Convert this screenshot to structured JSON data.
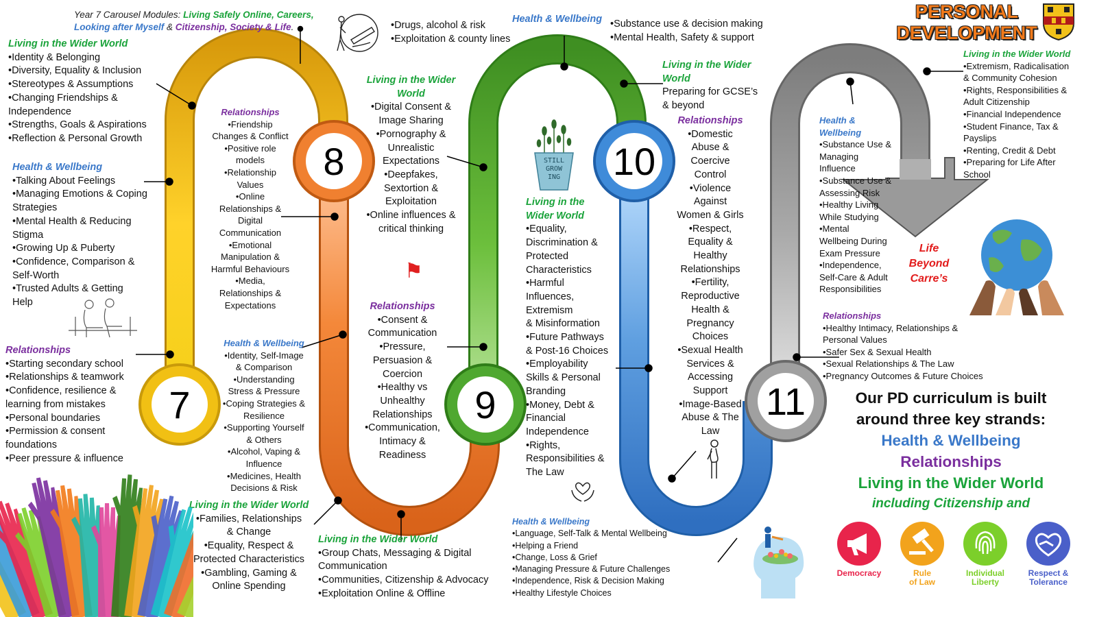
{
  "intro": {
    "prefix": "Year 7 Carousel Modules: ",
    "m1": "Living Safely Online, Careers,",
    "m2": "Looking after Myself",
    "sep": " & ",
    "m3": "Citizenship, Society & Life",
    "end": "."
  },
  "title": {
    "line1": "PERSONAL",
    "line2": "DEVELOPMENT"
  },
  "years": [
    "7",
    "8",
    "9",
    "10",
    "11"
  ],
  "colors": {
    "y7": "#f2b80c",
    "y8": "#ef7a22",
    "y9": "#5fb233",
    "y10": "#3f8bd9",
    "y11": "#9a9a9a",
    "wider": "#1aa33a",
    "health": "#3a78c9",
    "relationships": "#7a2e9e"
  },
  "y7": {
    "wider": {
      "heading": "Living in the Wider World",
      "items": [
        "•Identity & Belonging",
        "•Diversity, Equality & Inclusion",
        "•Stereotypes & Assumptions",
        "•Changing Friendships &",
        "Independence",
        "•Strengths, Goals & Aspirations",
        "•Reflection & Personal Growth"
      ]
    },
    "health": {
      "heading": "Health & Wellbeing",
      "items": [
        "•Talking About Feelings",
        "•Managing Emotions & Coping",
        "Strategies",
        "•Mental Health & Reducing",
        "Stigma",
        "•Growing Up & Puberty",
        "•Confidence, Comparison &",
        "Self-Worth",
        "•Trusted Adults & Getting",
        "Help"
      ]
    },
    "relationships": {
      "heading": "Relationships",
      "items": [
        "•Starting secondary school",
        "•Relationships & teamwork",
        "•Confidence, resilience &",
        "learning from mistakes",
        "•Personal boundaries",
        "•Permission & consent",
        "foundations",
        "•Peer pressure & influence"
      ]
    }
  },
  "y8": {
    "relationships": {
      "heading": "Relationships",
      "items": [
        "•Friendship",
        "Changes & Conflict",
        "•Positive role",
        "models",
        "•Relationship",
        "Values",
        "•Online",
        "Relationships &",
        "Digital",
        "Communication",
        "•Emotional",
        "Manipulation &",
        "Harmful Behaviours",
        "•Media,",
        "Relationships &",
        "Expectations"
      ]
    },
    "health": {
      "heading": "Health & Wellbeing",
      "items": [
        "•Identity, Self-Image",
        "& Comparison",
        "•Understanding",
        "Stress & Pressure",
        "•Coping Strategies &",
        "Resilience",
        "•Supporting Yourself",
        "& Others",
        "•Alcohol, Vaping &",
        "Influence",
        "•Medicines, Health",
        "Decisions & Risk"
      ]
    },
    "wider": {
      "heading": "Living in the  Wider World",
      "items": [
        "•Families, Relationships",
        "& Change",
        "•Equality, Respect &",
        "Protected Characteristics",
        "•Gambling, Gaming &",
        "Online Spending"
      ]
    }
  },
  "y9": {
    "drugs": {
      "items": [
        "•Drugs, alcohol & risk",
        "•Exploitation & county lines"
      ]
    },
    "wider_top": {
      "heading1": "Living in the Wider",
      "heading2": "World",
      "items": [
        "•Digital Consent &",
        "Image Sharing",
        "•Pornography &",
        "Unrealistic",
        "Expectations",
        "•Deepfakes,",
        "Sextortion &",
        "Exploitation",
        "•Online influences &",
        "critical thinking"
      ]
    },
    "relationships": {
      "heading": "Relationships",
      "items": [
        "•Consent &",
        "Communication",
        "•Pressure,",
        "Persuasion &",
        "Coercion",
        "•Healthy vs",
        "Unhealthy",
        "Relationships",
        "•Communication,",
        "Intimacy &",
        "Readiness"
      ]
    },
    "wider_bottom": {
      "heading": "Living in the Wider World",
      "items": [
        "•Group Chats, Messaging & Digital",
        "Communication",
        "•Communities, Citizenship & Advocacy",
        "•Exploitation Online & Offline"
      ]
    }
  },
  "y10": {
    "health_top": {
      "heading": "Health & Wellbeing",
      "items": [
        "•Substance use & decision making",
        "•Mental Health, Safety & support"
      ]
    },
    "wider_top": {
      "heading1": "Living in the Wider",
      "heading2": "World",
      "items": [
        "Preparing for GCSE’s",
        "& beyond"
      ]
    },
    "pot": {
      "text1": "STILL",
      "text2": "GROW",
      "text3": "ING"
    },
    "wider_mid": {
      "heading1": "Living in the",
      "heading2": "Wider World",
      "items": [
        "•Equality,",
        "Discrimination &",
        "Protected",
        "Characteristics",
        "•Harmful",
        "Influences,",
        "Extremism",
        "& Misinformation",
        "•Future Pathways",
        "& Post-16 Choices",
        "•Employability",
        "Skills & Personal",
        "Branding",
        "•Money, Debt &",
        "Financial",
        "Independence",
        "•Rights,",
        "Responsibilities &",
        "The Law"
      ]
    },
    "relationships": {
      "heading": "Relationships",
      "items": [
        "•Domestic",
        "Abuse &",
        "Coercive",
        "Control",
        "•Violence",
        "Against",
        "Women & Girls",
        "•Respect,",
        "Equality &",
        "Healthy",
        "Relationships",
        "•Fertility,",
        "Reproductive",
        "Health &",
        "Pregnancy",
        "Choices",
        "•Sexual Health",
        "Services &",
        "Accessing",
        "Support",
        "•Image-Based",
        "Abuse & The",
        "Law"
      ]
    },
    "health_bottom": {
      "heading": "Health & Wellbeing",
      "items": [
        "•Language, Self-Talk & Mental Wellbeing",
        "•Helping a Friend",
        "•Change, Loss & Grief",
        "•Managing Pressure & Future Challenges",
        "•Independence, Risk & Decision Making",
        "•Healthy Lifestyle Choices"
      ]
    }
  },
  "y11": {
    "health": {
      "heading1": "Health &",
      "heading2": "Wellbeing",
      "items": [
        "•Substance Use &",
        "Managing",
        "Influence",
        "•Substance Use &",
        "Assessing Risk",
        "•Healthy Living",
        "While Studying",
        "•Mental",
        "Wellbeing During",
        "Exam Pressure",
        "•Independence,",
        "Self-Care & Adult",
        "Responsibilities"
      ]
    },
    "wider": {
      "heading": "Living in the Wider World",
      "items": [
        "•Extremism, Radicalisation",
        "& Community Cohesion",
        "•Rights, Responsibilities &",
        "Adult Citizenship",
        "•Financial Independence",
        "•Student Finance, Tax &",
        "Payslips",
        "•Renting, Credit & Debt",
        "•Preparing for Life After",
        "School"
      ]
    },
    "relationships": {
      "heading": "Relationships",
      "items": [
        "•Healthy Intimacy, Relationships &",
        "Personal Values",
        "•Safer Sex & Sexual Health",
        "•Sexual Relationships & The Law",
        "•Pregnancy Outcomes & Future Choices"
      ]
    }
  },
  "life": {
    "line1": "Life",
    "line2": "Beyond",
    "line3": "Carre’s"
  },
  "strands": {
    "line1": "Our PD curriculum is built",
    "line2": "around three key strands:",
    "s1": "Health & Wellbeing",
    "s2": "Relationships",
    "s3": "Living in the Wider World",
    "s4": "including Citizenship and"
  },
  "values": [
    {
      "label1": "Democracy",
      "label2": "",
      "color": "#e8244b",
      "icon": "megaphone-icon"
    },
    {
      "label1": "Rule",
      "label2": "of Law",
      "color": "#f2a31c",
      "icon": "gavel-icon"
    },
    {
      "label1": "Individual",
      "label2": "Liberty",
      "color": "#7ccf2a",
      "icon": "fingerprint-icon"
    },
    {
      "label1": "Respect &",
      "label2": "Tolerance",
      "color": "#4a5fc9",
      "icon": "handshake-heart-icon"
    }
  ]
}
